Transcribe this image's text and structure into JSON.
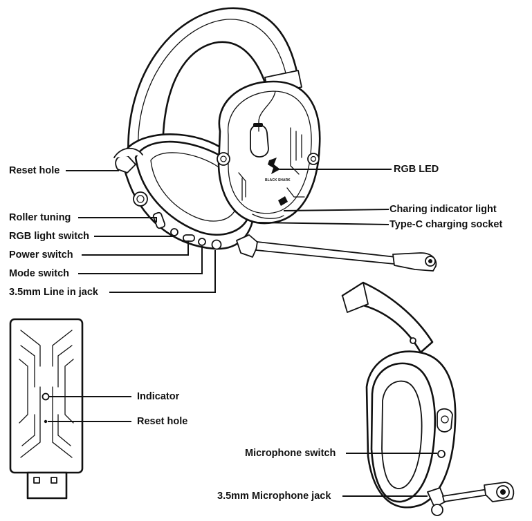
{
  "headset_labels": {
    "reset_hole": "Reset hole",
    "roller_tuning": "Roller tuning",
    "rgb_light_switch": "RGB light switch",
    "power_switch": "Power switch",
    "mode_switch": "Mode switch",
    "line_in_jack": "3.5mm Line in jack",
    "rgb_led": "RGB LED",
    "charging_indicator_light": "Charing indicator light",
    "type_c_socket": "Type-C charging socket"
  },
  "dongle_labels": {
    "indicator": "Indicator",
    "reset_hole": "Reset hole"
  },
  "side_view_labels": {
    "microphone_switch": "Microphone switch",
    "microphone_jack": "3.5mm Microphone jack"
  },
  "logo": {
    "brand_text": "BLACK SHARK"
  }
}
